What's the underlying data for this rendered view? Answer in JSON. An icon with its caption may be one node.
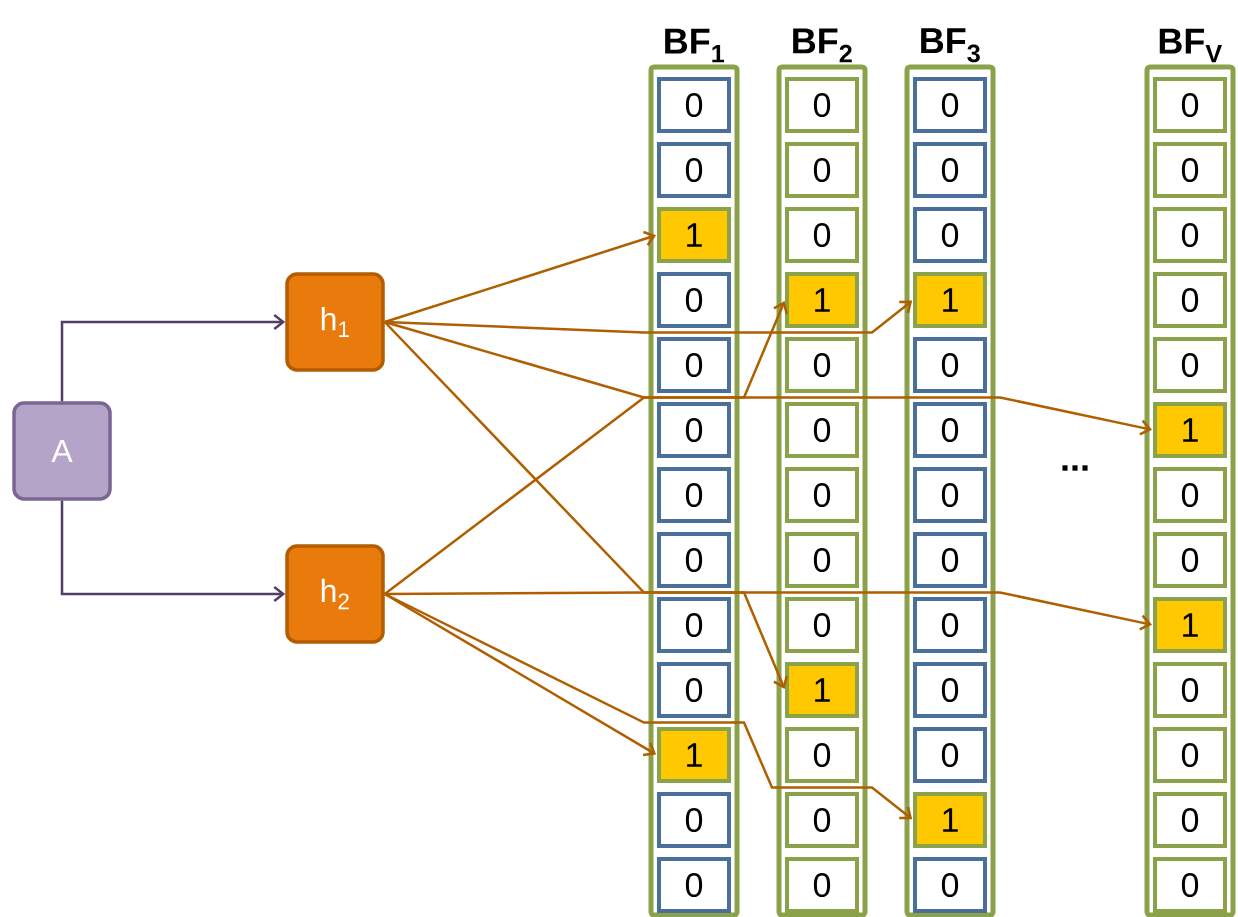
{
  "diagram": {
    "nodes": [
      {
        "text": [
          "A"
        ]
      },
      {
        "text": [
          "h$_{1}$"
        ]
      },
      {
        "text": [
          "h$_{2}$"
        ]
      },
      {
        "text": [
          "BF$_{1}$"
        ]
      },
      {
        "text": [
          "0"
        ],
        "in": 3
      },
      {
        "text": [
          "0"
        ],
        "in": 3
      },
      {
        "text": [
          "1"
        ],
        "in": 3
      },
      {
        "text": [
          "0"
        ],
        "in": 3
      },
      {
        "text": [
          "0"
        ],
        "in": 3
      },
      {
        "text": [
          "0"
        ],
        "in": 3
      },
      {
        "text": [
          "0"
        ],
        "in": 3
      },
      {
        "text": [
          "0"
        ],
        "in": 3
      },
      {
        "text": [
          "0"
        ],
        "in": 3
      },
      {
        "text": [
          "0"
        ],
        "in": 3
      },
      {
        "text": [
          "1"
        ],
        "in": 3
      },
      {
        "text": [
          "0"
        ],
        "in": 3
      },
      {
        "text": [
          "0"
        ],
        "in": 3
      },
      {
        "text": [
          "BF$_{2}$"
        ]
      },
      {
        "text": [
          "0"
        ],
        "in": 17
      },
      {
        "text": [
          "0"
        ],
        "in": 17
      },
      {
        "text": [
          "0"
        ],
        "in": 17
      },
      {
        "text": [
          "1"
        ],
        "in": 17
      },
      {
        "text": [
          "0"
        ],
        "in": 17
      },
      {
        "text": [
          "0"
        ],
        "in": 17
      },
      {
        "text": [
          "0"
        ],
        "in": 17
      },
      {
        "text": [
          "0"
        ],
        "in": 17
      },
      {
        "text": [
          "0"
        ],
        "in": 17
      },
      {
        "text": [
          "1"
        ],
        "in": 17
      },
      {
        "text": [
          "0"
        ],
        "in": 17
      },
      {
        "text": [
          "0"
        ],
        "in": 17
      },
      {
        "text": [
          "0"
        ],
        "in": 17
      },
      {
        "text": [
          "BF$_{3}$"
        ]
      },
      {
        "text": [
          "0"
        ],
        "in": 31
      },
      {
        "text": [
          "0"
        ],
        "in": 31
      },
      {
        "text": [
          "0"
        ],
        "in": 31
      },
      {
        "text": [
          "1"
        ],
        "in": 31
      },
      {
        "text": [
          "0"
        ],
        "in": 31
      },
      {
        "text": [
          "0"
        ],
        "in": 31
      },
      {
        "text": [
          "0"
        ],
        "in": 31
      },
      {
        "text": [
          "0"
        ],
        "in": 31
      },
      {
        "text": [
          "0"
        ],
        "in": 31
      },
      {
        "text": [
          "0"
        ],
        "in": 31
      },
      {
        "text": [
          "0"
        ],
        "in": 31
      },
      {
        "text": [
          "1"
        ],
        "in": 31
      },
      {
        "text": [
          "0"
        ],
        "in": 31
      },
      {
        "text": [
          "BF$_{V}$"
        ]
      },
      {
        "text": [
          "0"
        ],
        "in": 45
      },
      {
        "text": [
          "0"
        ],
        "in": 45
      },
      {
        "text": [
          "0"
        ],
        "in": 45
      },
      {
        "text": [
          "0"
        ],
        "in": 45
      },
      {
        "text": [
          "0"
        ],
        "in": 45
      },
      {
        "text": [
          "1"
        ],
        "in": 45
      },
      {
        "text": [
          "0"
        ],
        "in": 45
      },
      {
        "text": [
          "0"
        ],
        "in": 45
      },
      {
        "text": [
          "1"
        ],
        "in": 45
      },
      {
        "text": [
          "0"
        ],
        "in": 45
      },
      {
        "text": [
          "0"
        ],
        "in": 45
      },
      {
        "text": [
          "0"
        ],
        "in": 45
      },
      {
        "text": [
          "0"
        ],
        "in": 45
      }
    ],
    "edges": [
      {
        "from": 0,
        "to": 1,
        "arrow": "to",
        "color": "#4f3f66"
      },
      {
        "from": 0,
        "to": 2,
        "arrow": "to",
        "color": "#4f3f66"
      },
      {
        "from": 1,
        "to": 6,
        "arrow": "to"
      },
      {
        "from": 1,
        "to": 35,
        "arrow": "to"
      },
      {
        "from": 1,
        "to": 51,
        "arrow": "to"
      },
      {
        "from": 1,
        "to": 27,
        "arrow": "to"
      },
      {
        "from": 2,
        "to": 21,
        "arrow": "to"
      },
      {
        "from": 2,
        "to": 54,
        "arrow": "to"
      },
      {
        "from": 2,
        "to": 14,
        "arrow": "to"
      },
      {
        "from": 2,
        "to": 43,
        "arrow": "to"
      }
    ],
    "labels": [
      "..."
    ]
  }
}
